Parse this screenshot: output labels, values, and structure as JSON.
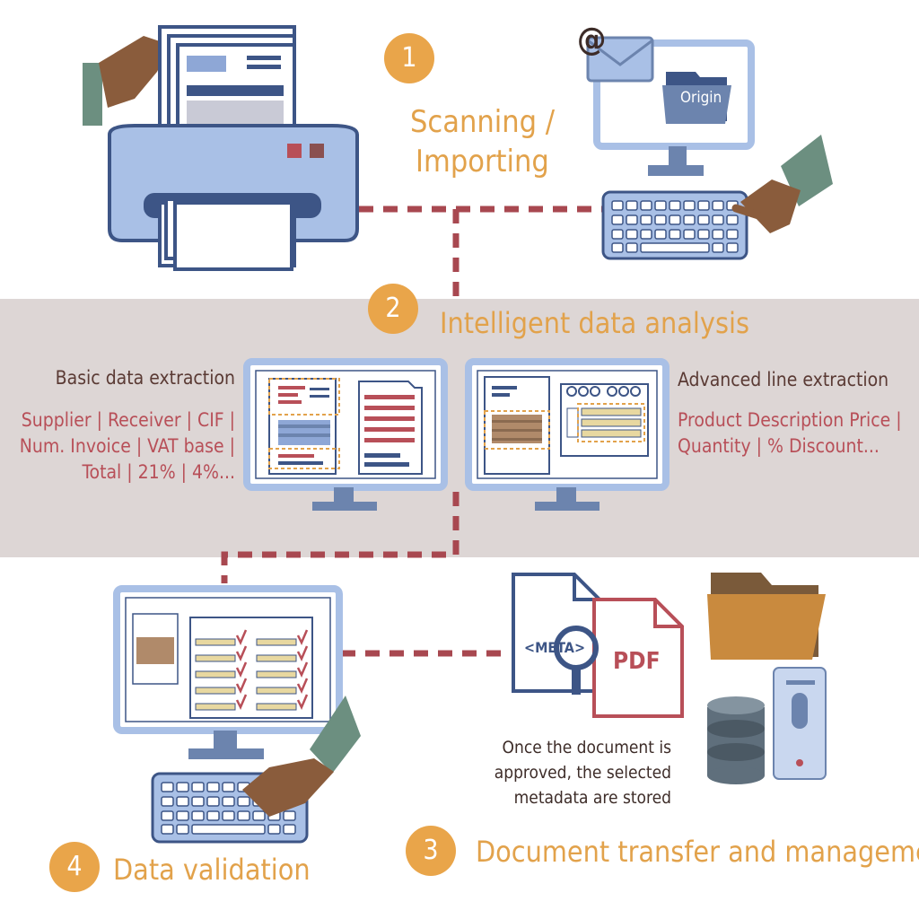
{
  "steps": {
    "step1": {
      "number": "1",
      "title_line1": "Scanning /",
      "title_line2": "Importing"
    },
    "step2": {
      "number": "2",
      "title": "Intelligent data analysis"
    },
    "step3": {
      "number": "3",
      "title": "Document transfer and management"
    },
    "step4": {
      "number": "4",
      "title": "Data validation"
    }
  },
  "basic_extraction": {
    "heading": "Basic data extraction",
    "line1": "Supplier | Receiver | CIF |",
    "line2": "Num. Invoice | VAT base |",
    "line3": "Total | 21% | 4%..."
  },
  "advanced_extraction": {
    "heading": "Advanced line extraction",
    "line1": "Product Description Price |",
    "line2": "Quantity | % Discount..."
  },
  "storage_note": {
    "line1": "Once the document is",
    "line2": "approved, the selected",
    "line3": "metadata are stored"
  },
  "labels": {
    "origin_folder": "Origin",
    "email_symbol": "@",
    "meta_tag": "<META>",
    "pdf": "PDF"
  },
  "colors": {
    "accent_orange": "#e2a24b",
    "dashed_connector": "#a84850",
    "band_gray": "#ddd6d5",
    "device_blue": "#a9c0e6",
    "outline_navy": "#3d5586"
  }
}
